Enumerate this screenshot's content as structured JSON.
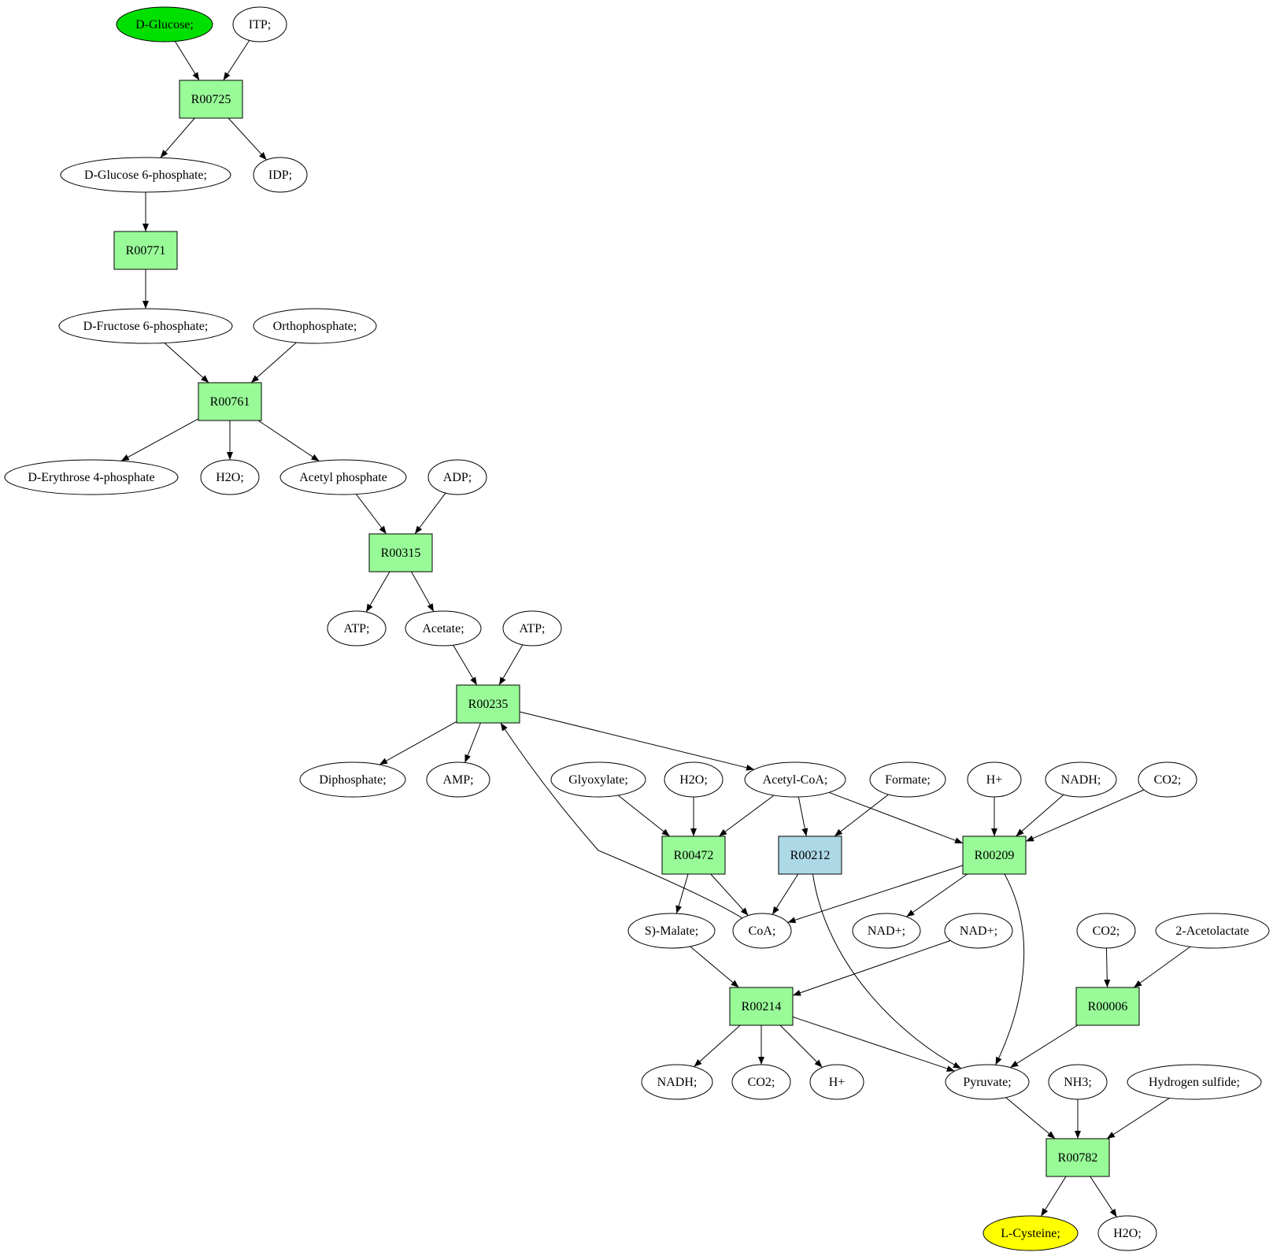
{
  "colors": {
    "start_node": "#00e000",
    "end_node": "#ffff00",
    "reaction": "#98fb98",
    "reaction_alt": "#add8e6",
    "compound": "#ffffff",
    "edge": "#000000"
  },
  "nodes": [
    {
      "id": "D-Glucose;",
      "label": "D-Glucose;",
      "kind": "compound",
      "role": "start"
    },
    {
      "id": "ITP;",
      "label": "ITP;",
      "kind": "compound"
    },
    {
      "id": "R00725",
      "label": "R00725",
      "kind": "reaction"
    },
    {
      "id": "D-Glucose 6-phosphate;",
      "label": "D-Glucose 6-phosphate;",
      "kind": "compound"
    },
    {
      "id": "IDP;",
      "label": "IDP;",
      "kind": "compound"
    },
    {
      "id": "R00771",
      "label": "R00771",
      "kind": "reaction"
    },
    {
      "id": "D-Fructose 6-phosphate;",
      "label": "D-Fructose 6-phosphate;",
      "kind": "compound"
    },
    {
      "id": "Orthophosphate;",
      "label": "Orthophosphate;",
      "kind": "compound"
    },
    {
      "id": "R00761",
      "label": "R00761",
      "kind": "reaction"
    },
    {
      "id": "D-Erythrose 4-phosphate",
      "label": "D-Erythrose 4-phosphate",
      "kind": "compound"
    },
    {
      "id": "H2O;#1",
      "label": "H2O;",
      "kind": "compound"
    },
    {
      "id": "Acetyl phosphate",
      "label": "Acetyl phosphate",
      "kind": "compound"
    },
    {
      "id": "ADP;",
      "label": "ADP;",
      "kind": "compound"
    },
    {
      "id": "R00315",
      "label": "R00315",
      "kind": "reaction"
    },
    {
      "id": "ATP;#1",
      "label": "ATP;",
      "kind": "compound"
    },
    {
      "id": "Acetate;",
      "label": "Acetate;",
      "kind": "compound"
    },
    {
      "id": "ATP;#2",
      "label": "ATP;",
      "kind": "compound"
    },
    {
      "id": "R00235",
      "label": "R00235",
      "kind": "reaction"
    },
    {
      "id": "Diphosphate;",
      "label": "Diphosphate;",
      "kind": "compound"
    },
    {
      "id": "AMP;",
      "label": "AMP;",
      "kind": "compound"
    },
    {
      "id": "Glyoxylate;",
      "label": "Glyoxylate;",
      "kind": "compound"
    },
    {
      "id": "H2O;#2",
      "label": "H2O;",
      "kind": "compound"
    },
    {
      "id": "Acetyl-CoA;",
      "label": "Acetyl-CoA;",
      "kind": "compound"
    },
    {
      "id": "Formate;",
      "label": "Formate;",
      "kind": "compound"
    },
    {
      "id": "H+#1",
      "label": "H+",
      "kind": "compound"
    },
    {
      "id": "NADH;#1",
      "label": "NADH;",
      "kind": "compound"
    },
    {
      "id": "CO2;#1",
      "label": "CO2;",
      "kind": "compound"
    },
    {
      "id": "R00472",
      "label": "R00472",
      "kind": "reaction"
    },
    {
      "id": "R00212",
      "label": "R00212",
      "kind": "reaction_alt"
    },
    {
      "id": "R00209",
      "label": "R00209",
      "kind": "reaction"
    },
    {
      "id": "S)-Malate;",
      "label": "S)-Malate;",
      "kind": "compound"
    },
    {
      "id": "CoA;",
      "label": "CoA;",
      "kind": "compound"
    },
    {
      "id": "NAD+;#1",
      "label": "NAD+;",
      "kind": "compound"
    },
    {
      "id": "NAD+;#2",
      "label": "NAD+;",
      "kind": "compound"
    },
    {
      "id": "CO2;#2",
      "label": "CO2;",
      "kind": "compound"
    },
    {
      "id": "2-Acetolactate",
      "label": "2-Acetolactate",
      "kind": "compound"
    },
    {
      "id": "R00214",
      "label": "R00214",
      "kind": "reaction"
    },
    {
      "id": "R00006",
      "label": "R00006",
      "kind": "reaction"
    },
    {
      "id": "NADH;#2",
      "label": "NADH;",
      "kind": "compound"
    },
    {
      "id": "CO2;#3",
      "label": "CO2;",
      "kind": "compound"
    },
    {
      "id": "H+#2",
      "label": "H+",
      "kind": "compound"
    },
    {
      "id": "Pyruvate;",
      "label": "Pyruvate;",
      "kind": "compound"
    },
    {
      "id": "NH3;",
      "label": "NH3;",
      "kind": "compound"
    },
    {
      "id": "Hydrogen sulfide;",
      "label": "Hydrogen sulfide;",
      "kind": "compound"
    },
    {
      "id": "R00782",
      "label": "R00782",
      "kind": "reaction"
    },
    {
      "id": "L-Cysteine;",
      "label": "L-Cysteine;",
      "kind": "compound",
      "role": "end"
    },
    {
      "id": "H2O;#3",
      "label": "H2O;",
      "kind": "compound"
    }
  ],
  "edges": [
    {
      "from": "D-Glucose;",
      "to": "R00725"
    },
    {
      "from": "ITP;",
      "to": "R00725"
    },
    {
      "from": "R00725",
      "to": "D-Glucose 6-phosphate;"
    },
    {
      "from": "R00725",
      "to": "IDP;"
    },
    {
      "from": "D-Glucose 6-phosphate;",
      "to": "R00771"
    },
    {
      "from": "R00771",
      "to": "D-Fructose 6-phosphate;"
    },
    {
      "from": "D-Fructose 6-phosphate;",
      "to": "R00761"
    },
    {
      "from": "Orthophosphate;",
      "to": "R00761"
    },
    {
      "from": "R00761",
      "to": "D-Erythrose 4-phosphate"
    },
    {
      "from": "R00761",
      "to": "H2O;#1"
    },
    {
      "from": "R00761",
      "to": "Acetyl phosphate"
    },
    {
      "from": "Acetyl phosphate",
      "to": "R00315"
    },
    {
      "from": "ADP;",
      "to": "R00315"
    },
    {
      "from": "R00315",
      "to": "ATP;#1"
    },
    {
      "from": "R00315",
      "to": "Acetate;"
    },
    {
      "from": "Acetate;",
      "to": "R00235"
    },
    {
      "from": "ATP;#2",
      "to": "R00235"
    },
    {
      "from": "R00235",
      "to": "Diphosphate;"
    },
    {
      "from": "R00235",
      "to": "AMP;"
    },
    {
      "from": "R00235",
      "to": "Acetyl-CoA;"
    },
    {
      "from": "CoA;",
      "to": "R00235"
    },
    {
      "from": "Glyoxylate;",
      "to": "R00472"
    },
    {
      "from": "H2O;#2",
      "to": "R00472"
    },
    {
      "from": "Acetyl-CoA;",
      "to": "R00472"
    },
    {
      "from": "Acetyl-CoA;",
      "to": "R00212"
    },
    {
      "from": "Formate;",
      "to": "R00212"
    },
    {
      "from": "Acetyl-CoA;",
      "to": "R00209"
    },
    {
      "from": "H+#1",
      "to": "R00209"
    },
    {
      "from": "NADH;#1",
      "to": "R00209"
    },
    {
      "from": "CO2;#1",
      "to": "R00209"
    },
    {
      "from": "R00472",
      "to": "S)-Malate;"
    },
    {
      "from": "R00472",
      "to": "CoA;"
    },
    {
      "from": "R00212",
      "to": "CoA;"
    },
    {
      "from": "R00209",
      "to": "CoA;"
    },
    {
      "from": "R00209",
      "to": "NAD+;#1"
    },
    {
      "from": "R00212",
      "to": "Pyruvate;"
    },
    {
      "from": "R00209",
      "to": "Pyruvate;"
    },
    {
      "from": "S)-Malate;",
      "to": "R00214"
    },
    {
      "from": "NAD+;#2",
      "to": "R00214"
    },
    {
      "from": "CO2;#2",
      "to": "R00006"
    },
    {
      "from": "2-Acetolactate",
      "to": "R00006"
    },
    {
      "from": "R00214",
      "to": "NADH;#2"
    },
    {
      "from": "R00214",
      "to": "CO2;#3"
    },
    {
      "from": "R00214",
      "to": "H+#2"
    },
    {
      "from": "R00214",
      "to": "Pyruvate;"
    },
    {
      "from": "R00006",
      "to": "Pyruvate;"
    },
    {
      "from": "Pyruvate;",
      "to": "R00782"
    },
    {
      "from": "NH3;",
      "to": "R00782"
    },
    {
      "from": "Hydrogen sulfide;",
      "to": "R00782"
    },
    {
      "from": "R00782",
      "to": "L-Cysteine;"
    },
    {
      "from": "R00782",
      "to": "H2O;#3"
    }
  ]
}
